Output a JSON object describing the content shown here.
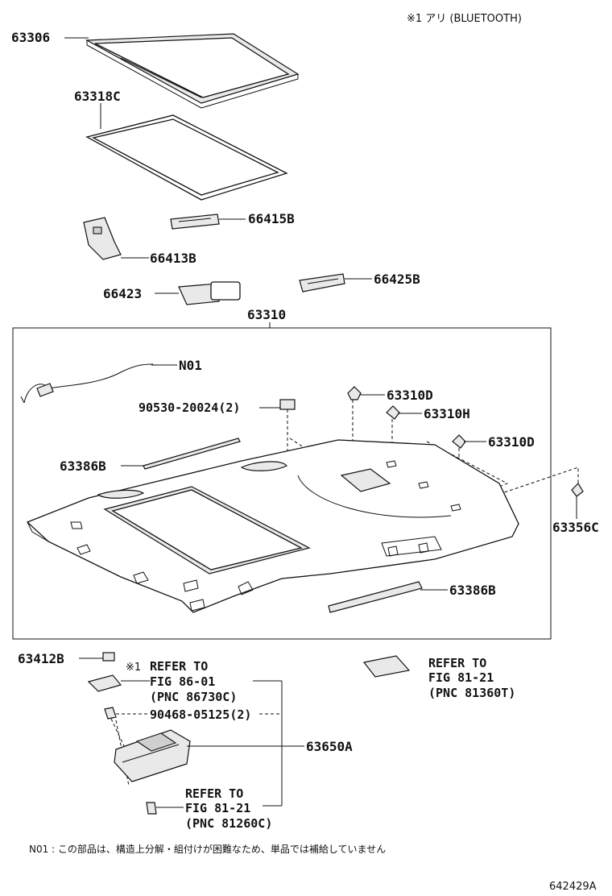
{
  "header_note": "※1 アリ (BLUETOOTH)",
  "parts": {
    "p63306": "63306",
    "p63318C": "63318C",
    "p66415B": "66415B",
    "p66413B": "66413B",
    "p66423": "66423",
    "p66425B": "66425B",
    "p63310": "63310",
    "pN01": "N01",
    "p90530": "90530-20024(2)",
    "p63310D_a": "63310D",
    "p63310H": "63310H",
    "p63310D_b": "63310D",
    "p63386B_a": "63386B",
    "p63356C": "63356C",
    "p63386B_b": "63386B",
    "p63412B": "63412B",
    "p90468": "90468-05125(2)",
    "p63650A": "63650A"
  },
  "refs": {
    "ref1": {
      "mark": "※1",
      "line1": "REFER TO",
      "line2": "FIG 86-01",
      "line3": "(PNC 86730C)"
    },
    "ref2": {
      "line1": "REFER TO",
      "line2": "FIG 81-21",
      "line3": "(PNC 81360T)"
    },
    "ref3": {
      "line1": "REFER TO",
      "line2": "FIG 81-21",
      "line3": "(PNC 81260C)"
    }
  },
  "footnote": "N01 : この部品は、構造上分解・組付けが困難なため、単品では補給していません",
  "figure_id": "642429A"
}
